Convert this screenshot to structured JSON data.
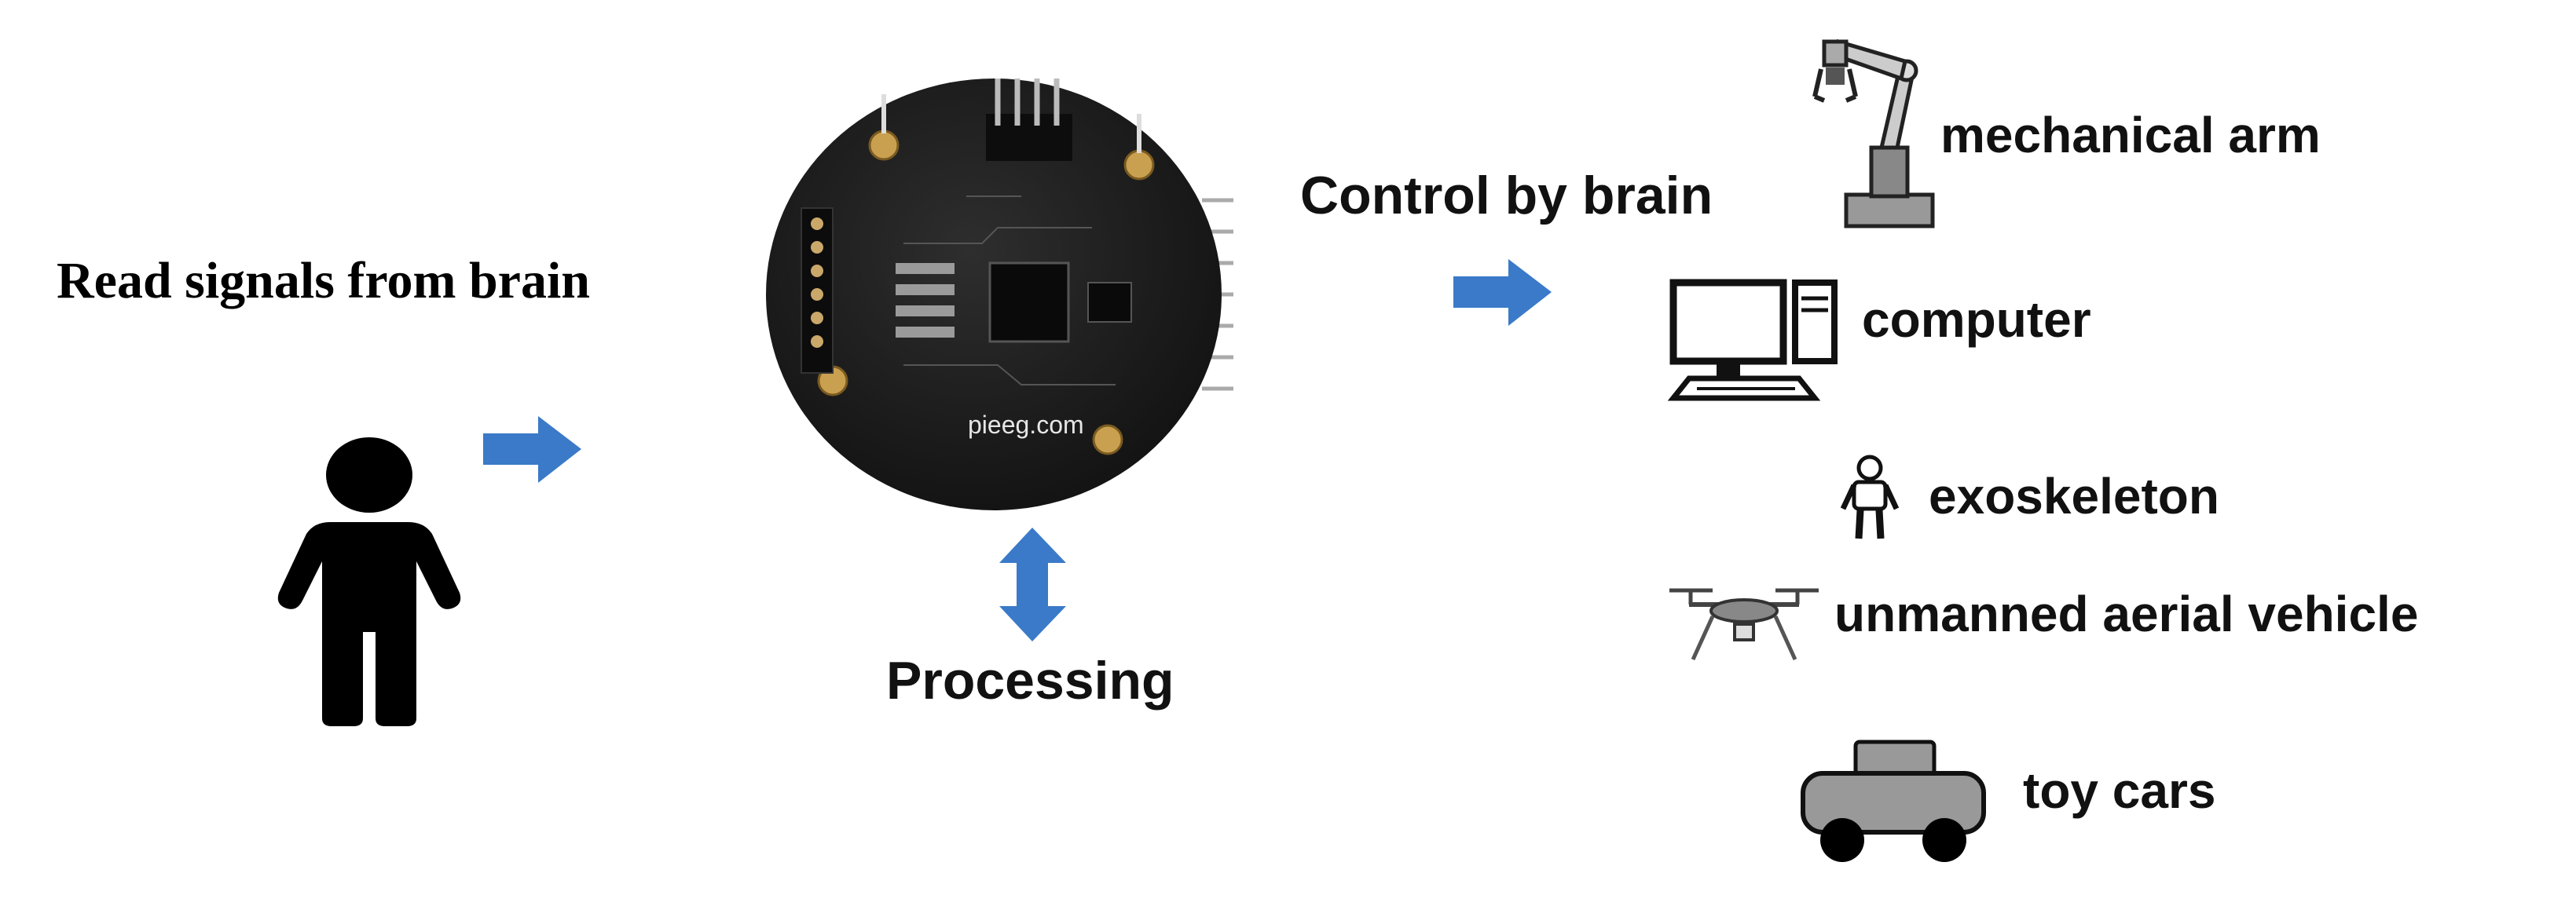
{
  "labels": {
    "read_signals": "Read signals from brain",
    "control": "Control by brain",
    "processing": "Processing",
    "board_text": "pieeg.com"
  },
  "devices": [
    {
      "icon": "robot-arm-icon",
      "label": "mechanical arm"
    },
    {
      "icon": "computer-icon",
      "label": "computer"
    },
    {
      "icon": "exoskeleton-icon",
      "label": "exoskeleton"
    },
    {
      "icon": "drone-icon",
      "label": "unmanned aerial vehicle"
    },
    {
      "icon": "toy-car-icon",
      "label": "toy cars"
    }
  ],
  "colors": {
    "arrow": "#3a7ac8",
    "board": "#1f1f1f",
    "text": "#111111"
  }
}
